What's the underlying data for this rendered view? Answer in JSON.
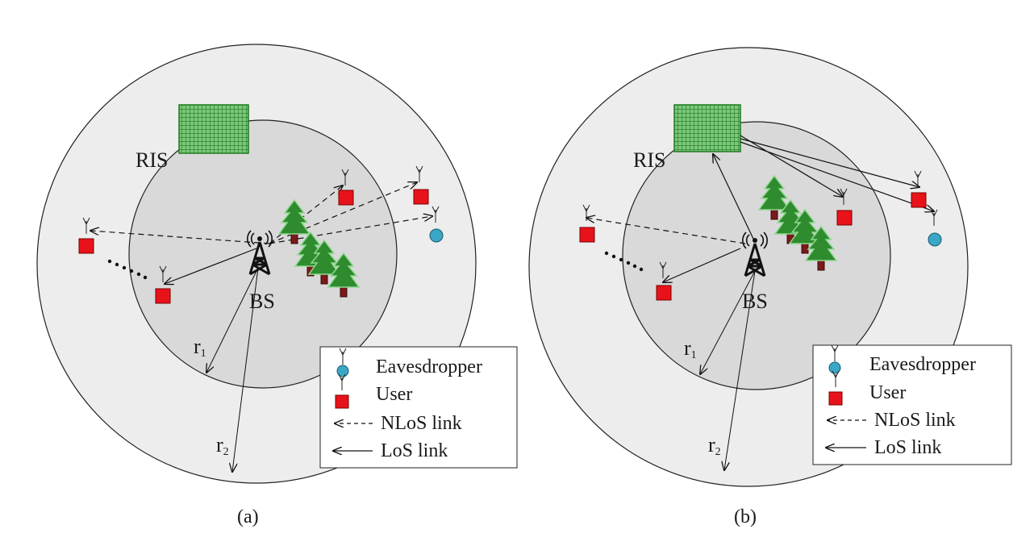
{
  "panels": [
    {
      "caption": "(a)",
      "ris_label": "RIS",
      "bs_label": "BS",
      "r1_label": "r",
      "r1_sub": "1",
      "r2_label": "r",
      "r2_sub": "2"
    },
    {
      "caption": "(b)",
      "ris_label": "RIS",
      "bs_label": "BS",
      "r1_label": "r",
      "r1_sub": "1",
      "r2_label": "r",
      "r2_sub": "2"
    }
  ],
  "legend": {
    "eavesdropper": "Eavesdropper",
    "user": "User",
    "nlos": "NLoS link",
    "los": "LoS link"
  },
  "colors": {
    "outer_disk": "#ededed",
    "inner_disk": "#d9d9d9",
    "user": "#e8131a",
    "eavesdropper": "#3aa7c7",
    "ris": "#3a9a3a",
    "tree": "#2e8b2e",
    "trunk": "#7a1a1a"
  }
}
